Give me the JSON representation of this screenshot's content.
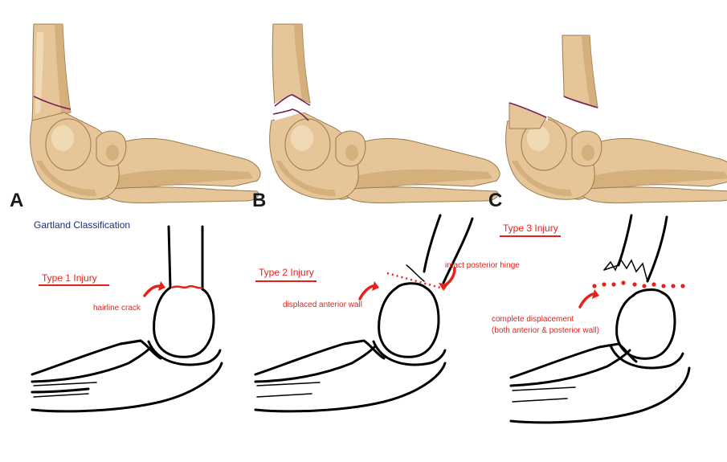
{
  "panels": [
    {
      "letter": "A"
    },
    {
      "letter": "B"
    },
    {
      "letter": "C"
    }
  ],
  "caption": "Gartland Classification",
  "types": [
    {
      "label": "Type 1 Injury",
      "annotations": [
        "hairline crack"
      ]
    },
    {
      "label": "Type 2 Injury",
      "annotations": [
        "displaced anterior wall",
        "intact posterior hinge"
      ]
    },
    {
      "label": "Type 3 Injury",
      "annotations": [
        "complete displacement",
        "(both anterior & posterior wall)"
      ]
    }
  ],
  "colors": {
    "annotation": "#e8201a",
    "caption": "#1f2a78",
    "bone": "#e6c699",
    "fracture_line": "#7a1f55"
  }
}
